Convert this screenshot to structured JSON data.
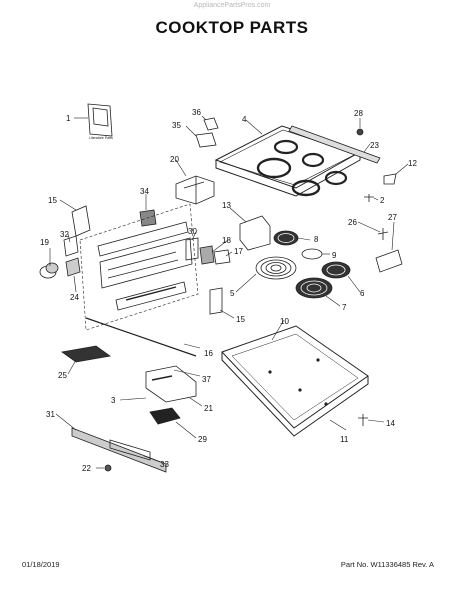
{
  "header": {
    "watermark": "AppliancePartsPros.com",
    "title": "COOKTOP PARTS"
  },
  "footer": {
    "date": "01/18/2019",
    "part_number": "Part No. W11336485  Rev. A"
  },
  "manual_text": "Literature Parts",
  "callouts": [
    "1",
    "2",
    "3",
    "4",
    "5",
    "6",
    "7",
    "8",
    "9",
    "10",
    "11",
    "12",
    "13",
    "14",
    "15",
    "16",
    "17",
    "18",
    "19",
    "20",
    "21",
    "22",
    "23",
    "24",
    "25",
    "26",
    "27",
    "28",
    "29",
    "30",
    "31",
    "32",
    "33",
    "34",
    "35",
    "36",
    "37"
  ]
}
